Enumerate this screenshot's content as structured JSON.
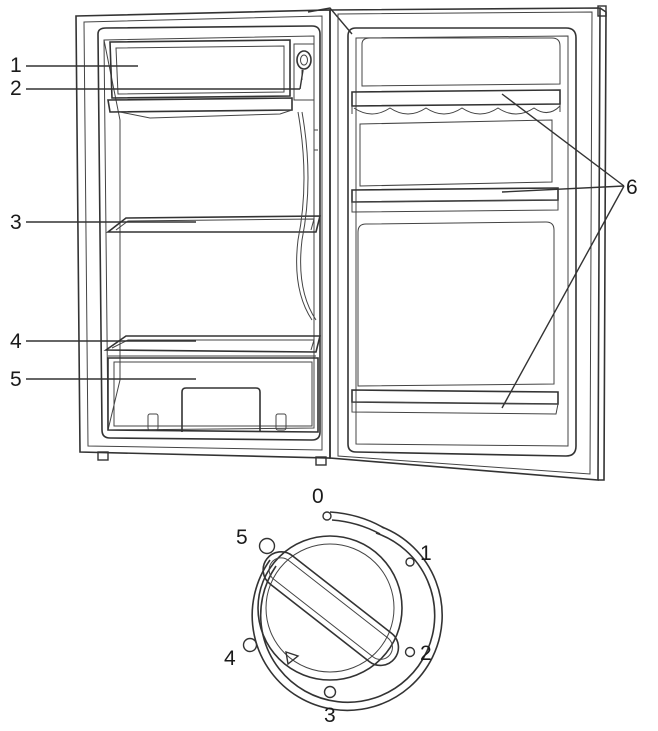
{
  "fridge": {
    "callouts": [
      {
        "number": "1",
        "part": "freezer compartment"
      },
      {
        "number": "2",
        "part": "thermostat knob"
      },
      {
        "number": "3",
        "part": "wire shelf"
      },
      {
        "number": "4",
        "part": "crisper cover"
      },
      {
        "number": "5",
        "part": "crisper drawer"
      },
      {
        "number": "6",
        "part": "door shelves"
      }
    ]
  },
  "thermostat": {
    "dial_marks": [
      "0",
      "1",
      "2",
      "3",
      "4",
      "5"
    ]
  }
}
